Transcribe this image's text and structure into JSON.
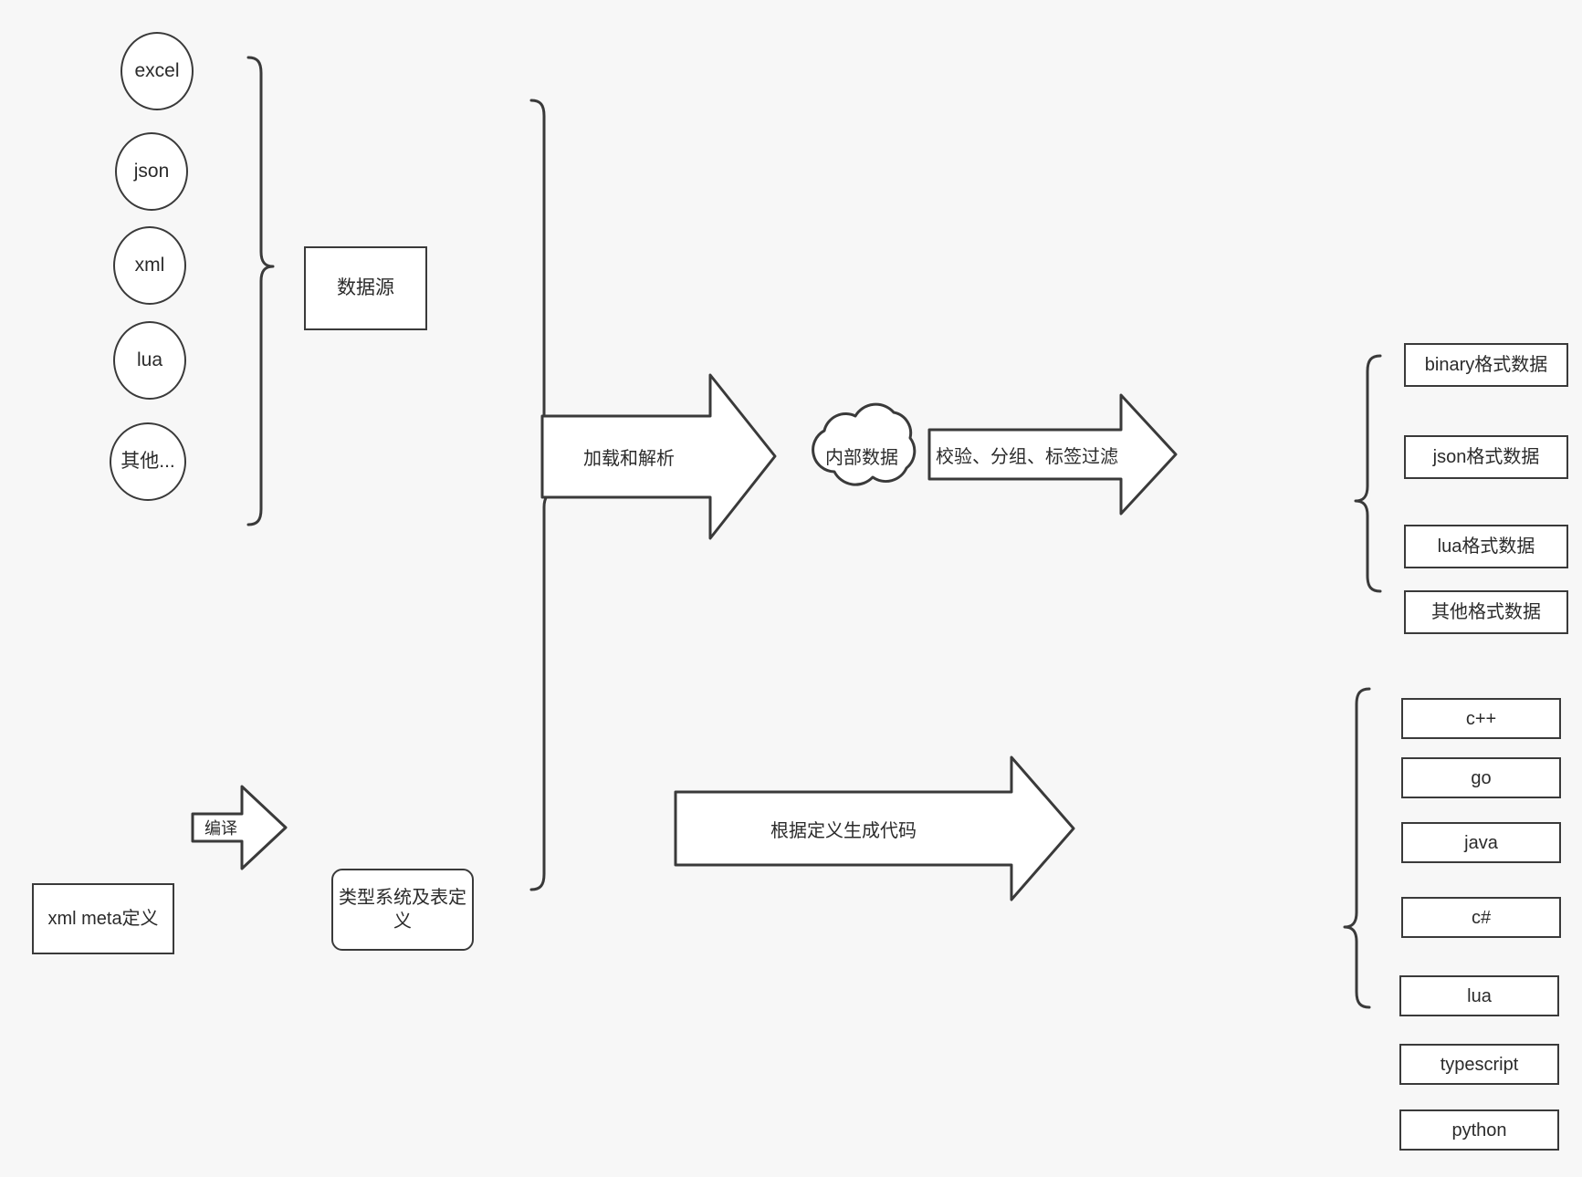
{
  "diagram": {
    "background_color": "#f7f7f7",
    "stroke_color": "#3a3a3a",
    "fill_color": "#ffffff",
    "text_color": "#2b2b2b"
  },
  "sources": {
    "group_label": "数据源",
    "items": [
      {
        "label": "excel"
      },
      {
        "label": "json"
      },
      {
        "label": "xml"
      },
      {
        "label": "lua"
      },
      {
        "label": "其他..."
      }
    ]
  },
  "pipeline": {
    "load_arrow_label": "加载和解析",
    "internal_data_label": "内部数据",
    "filter_arrow_label": "校验、分组、标签过滤"
  },
  "outputs": {
    "items": [
      {
        "label": "binary格式数据"
      },
      {
        "label": "json格式数据"
      },
      {
        "label": "lua格式数据"
      },
      {
        "label": "其他格式数据"
      }
    ]
  },
  "meta": {
    "source_label": "xml meta定义",
    "compile_arrow_label": "编译",
    "target_label": "类型系统及表定义"
  },
  "codegen": {
    "arrow_label": "根据定义生成代码",
    "languages": [
      {
        "label": "c++"
      },
      {
        "label": "go"
      },
      {
        "label": "java"
      },
      {
        "label": "c#"
      },
      {
        "label": "lua"
      },
      {
        "label": "typescript"
      },
      {
        "label": "python"
      }
    ]
  }
}
